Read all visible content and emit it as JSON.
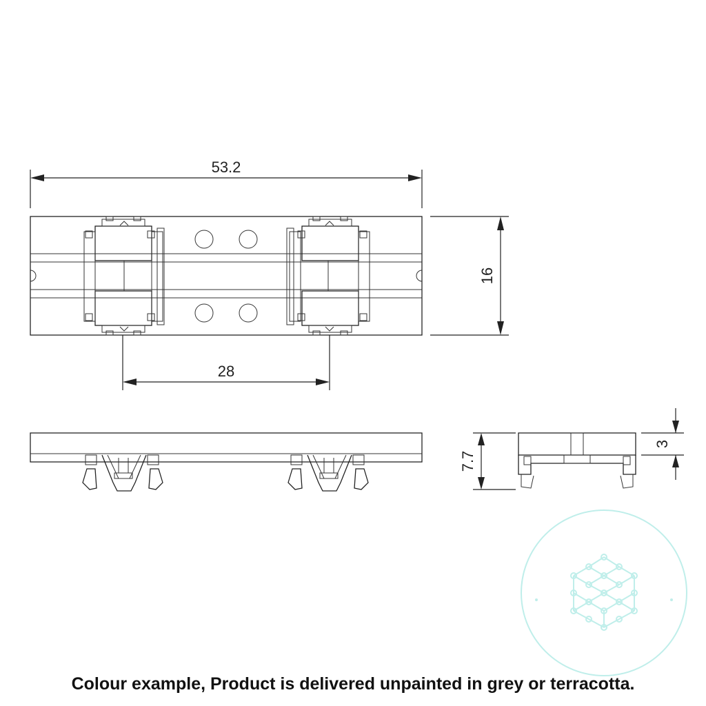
{
  "dimensions": {
    "overall_length": "53.2",
    "width": "16",
    "bogie_spacing": "28",
    "height": "7.7",
    "deck_height": "3"
  },
  "caption": "Colour example, Product is delivered unpainted in grey or terracotta.",
  "watermark_icon": "network-lattice-logo",
  "colors": {
    "line": "#222222",
    "watermark": "#bfeeea"
  }
}
